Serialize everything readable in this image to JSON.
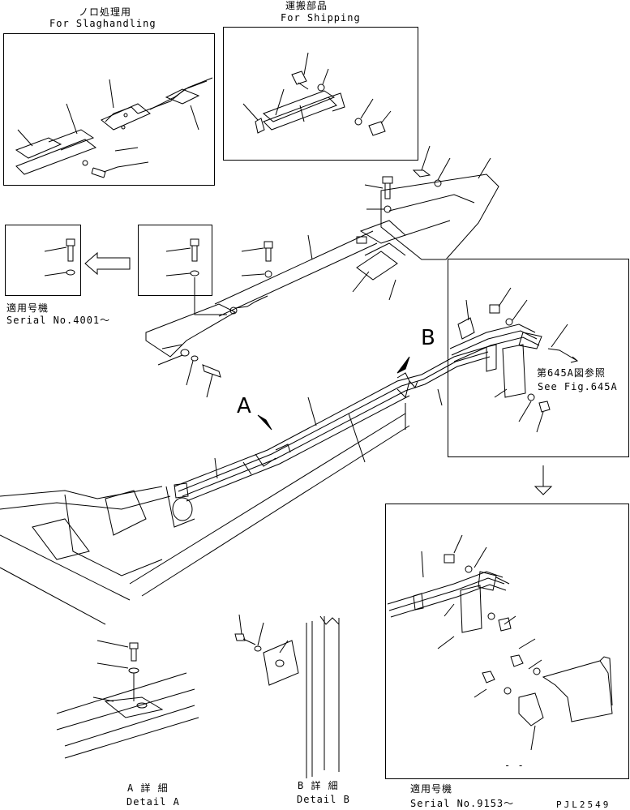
{
  "header": {
    "slag_jp": "ノロ処理用",
    "slag_en": "For Slaghandling",
    "ship_jp": "運搬部品",
    "ship_en": "For Shipping"
  },
  "serial_top": {
    "jp": "適用号機",
    "en": "Serial No.4001～"
  },
  "serial_bottom": {
    "jp": "適用号機",
    "en": "Serial No.9153～"
  },
  "reference": {
    "jp": "第645A図参照",
    "en": "See Fig.645A"
  },
  "markers": {
    "a": "A",
    "b": "B"
  },
  "details": {
    "a_jp": "A 詳 細",
    "a_en": "Detail A",
    "b_jp": "B 詳 細",
    "b_en": "Detail B"
  },
  "drawing_code": "PJL2549",
  "misc_dash": "- -"
}
